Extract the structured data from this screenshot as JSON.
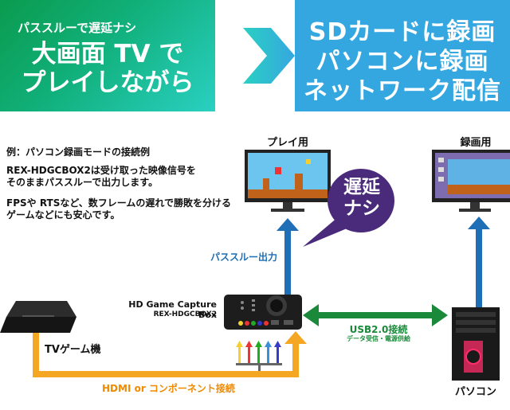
{
  "banner": {
    "left_small": "パススルーで遅延ナシ",
    "left_big_1": "大画面 TV で",
    "left_big_2": "プレイしながら",
    "right_1": "SDカードに録画",
    "right_2": "パソコンに録画",
    "right_3": "ネットワーク配信"
  },
  "description": {
    "heading": "例：パソコン録画モードの接続例",
    "line1": "REX-HDGCBOX2は受け取った映像信号を",
    "line2": "そのままパススルーで出力します。",
    "line3": "FPSや RTSなど、数フレームの遅れで勝敗を分ける",
    "line4": "ゲームなどにも安心です。"
  },
  "labels": {
    "play_monitor": "プレイ用",
    "record_monitor": "録画用",
    "no_delay_1": "遅延",
    "no_delay_2": "ナシ",
    "passthrough_out": "パススルー出力",
    "box_name": "HD Game Capture Box",
    "box_model": "REX-HDGCBOX2",
    "usb": "USB2.0接続",
    "usb_sub": "データ受信・電源供給",
    "tv_game": "TVゲーム機",
    "hdmi": "HDMI or コンポーネント接続",
    "pc": "パソコン"
  },
  "colors": {
    "green": "#0a9b4e",
    "teal": "#2ad0c2",
    "blue": "#35a7e0",
    "arrow_blue": "#1f6fb6",
    "arrow_green": "#1a8a3a",
    "arrow_orange": "#f5a623",
    "bubble_purple": "#4a2a7a"
  }
}
